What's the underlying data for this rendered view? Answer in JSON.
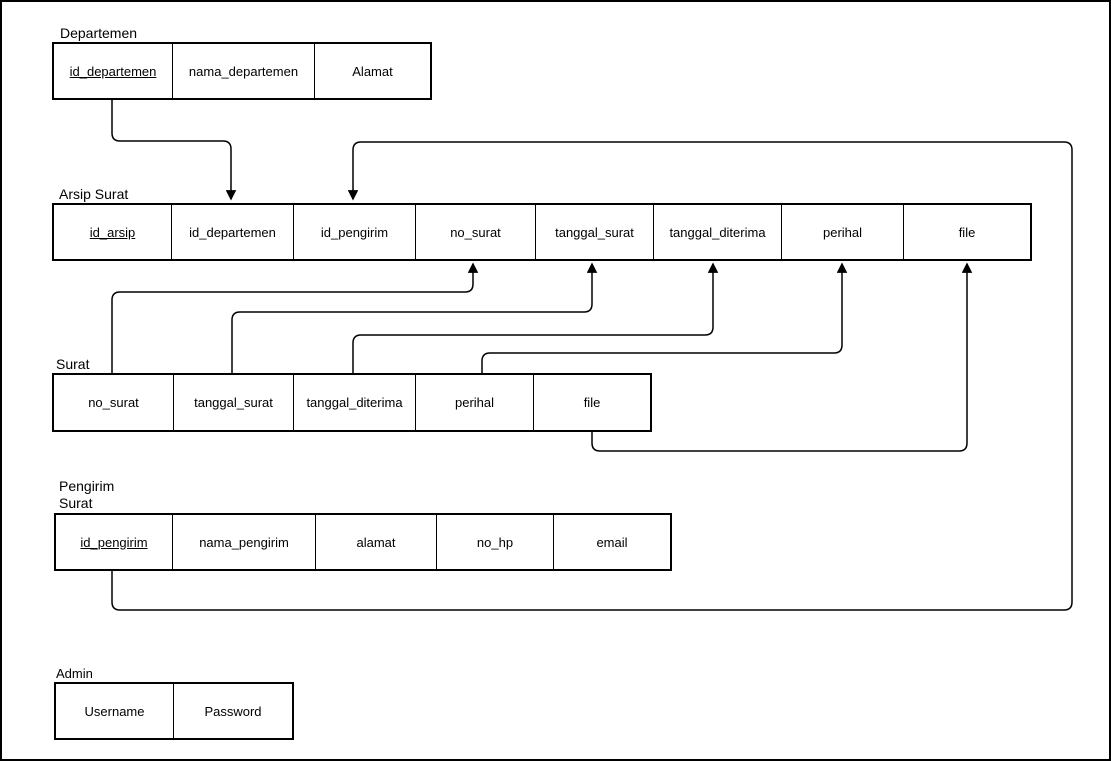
{
  "page": {
    "background_color": "#ffffff",
    "line_color": "#000000"
  },
  "tables": [
    {
      "id": "departemen",
      "label": "Departemen",
      "columns": [
        {
          "text": "id_departemen",
          "pk": true
        },
        {
          "text": "nama_departemen",
          "pk": false
        },
        {
          "text": "Alamat",
          "pk": false
        }
      ]
    },
    {
      "id": "arsip_surat",
      "label": "Arsip Surat",
      "columns": [
        {
          "text": "id_arsip",
          "pk": true
        },
        {
          "text": "id_departemen",
          "pk": false
        },
        {
          "text": "id_pengirim",
          "pk": false
        },
        {
          "text": "no_surat",
          "pk": false
        },
        {
          "text": "tanggal_surat",
          "pk": false
        },
        {
          "text": "tanggal_diterima",
          "pk": false
        },
        {
          "text": "perihal",
          "pk": false
        },
        {
          "text": "file",
          "pk": false
        }
      ]
    },
    {
      "id": "surat",
      "label": "Surat",
      "columns": [
        {
          "text": "no_surat",
          "pk": false
        },
        {
          "text": "tanggal_surat",
          "pk": false
        },
        {
          "text": "tanggal_diterima",
          "pk": false
        },
        {
          "text": "perihal",
          "pk": false
        },
        {
          "text": "file",
          "pk": false
        }
      ]
    },
    {
      "id": "pengirim_surat",
      "label": "Pengirim\nSurat",
      "columns": [
        {
          "text": "id_pengirim",
          "pk": true
        },
        {
          "text": "nama_pengirim",
          "pk": false
        },
        {
          "text": "alamat",
          "pk": false
        },
        {
          "text": "no_hp",
          "pk": false
        },
        {
          "text": "email",
          "pk": false
        }
      ]
    },
    {
      "id": "admin",
      "label": "Admin",
      "columns": [
        {
          "text": "Username",
          "pk": false
        },
        {
          "text": "Password",
          "pk": false
        }
      ]
    }
  ],
  "relations": [
    {
      "from": "Departemen.id_departemen",
      "to": "Arsip Surat.id_departemen"
    },
    {
      "from": "Pengirim Surat.id_pengirim",
      "to": "Arsip Surat.id_pengirim"
    },
    {
      "from": "Surat.no_surat",
      "to": "Arsip Surat.no_surat"
    },
    {
      "from": "Surat.tanggal_surat",
      "to": "Arsip Surat.tanggal_surat"
    },
    {
      "from": "Surat.tanggal_diterima",
      "to": "Arsip Surat.tanggal_diterima"
    },
    {
      "from": "Surat.perihal",
      "to": "Arsip Surat.perihal"
    },
    {
      "from": "Surat.file",
      "to": "Arsip Surat.file"
    }
  ]
}
